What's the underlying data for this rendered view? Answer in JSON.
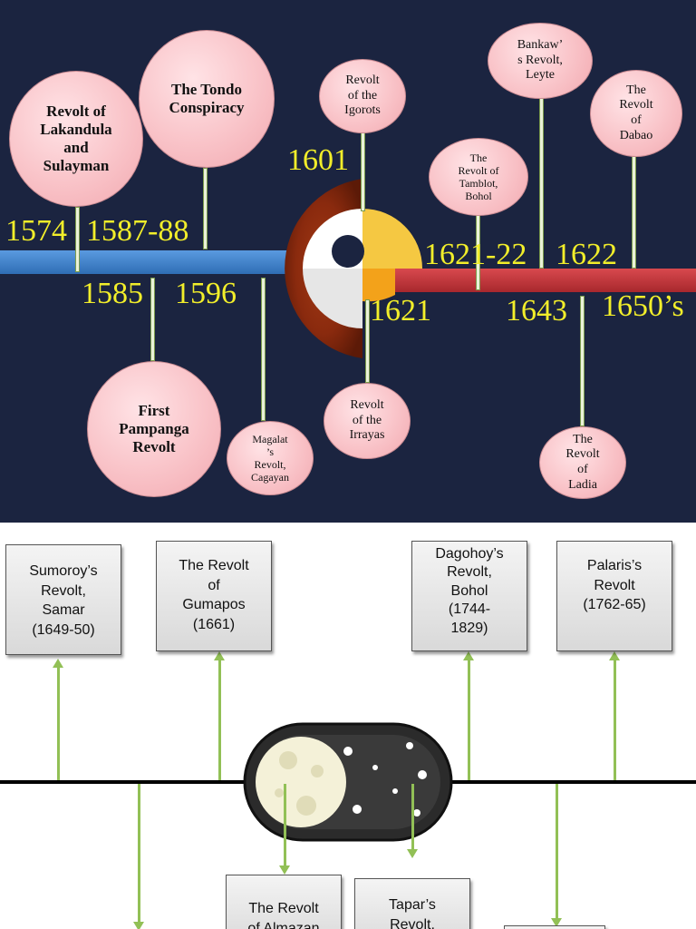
{
  "top_timeline": {
    "years": {
      "y1574": "1574",
      "y1587": "1587-88",
      "y1585": "1585",
      "y1596": "1596",
      "y1601": "1601",
      "y1621": "1621",
      "y1621_22": "1621-22",
      "y1622": "1622",
      "y1643": "1643",
      "y1650s": "1650’s"
    },
    "events": {
      "lakandula": "Revolt of\nLakandula\nand\nSulayman",
      "tondo": "The Tondo\nConspiracy",
      "pampanga": "First\nPampanga\nRevolt",
      "magalat": "Magalat\n’s\nRevolt,\nCagayan",
      "igorots": "Revolt\nof the\nIgorots",
      "irrayas": "Revolt\nof the\nIrrayas",
      "tamblot": "The\nRevolt of\nTamblot,\nBohol",
      "bankaw": "Bankaw’\ns Revolt,\nLeyte",
      "dabao": "The\nRevolt\nof\nDabao",
      "ladia": "The\nRevolt\nof\nLadia"
    },
    "colors": {
      "background": "#1b2440",
      "left_bar": "#3f7fc6",
      "right_bar": "#c0363b",
      "year_text": "#f2ee2a"
    }
  },
  "bottom_timeline": {
    "events": {
      "sumoroy": "Sumoroy’s\nRevolt,\nSamar\n(1649-50)",
      "gumapos": "The Revolt\nof\nGumapos\n(1661)",
      "dagohoy": "Dagohoy’s\nRevolt,\nBohol\n(1744-\n1829)",
      "palaris": "Palaris’s\nRevolt\n(1762-65)",
      "almazan": "The Revolt\nof Almazan",
      "tapar": "Tapar’s\nRevolt,"
    },
    "colors": {
      "arrow": "#92c056"
    }
  }
}
